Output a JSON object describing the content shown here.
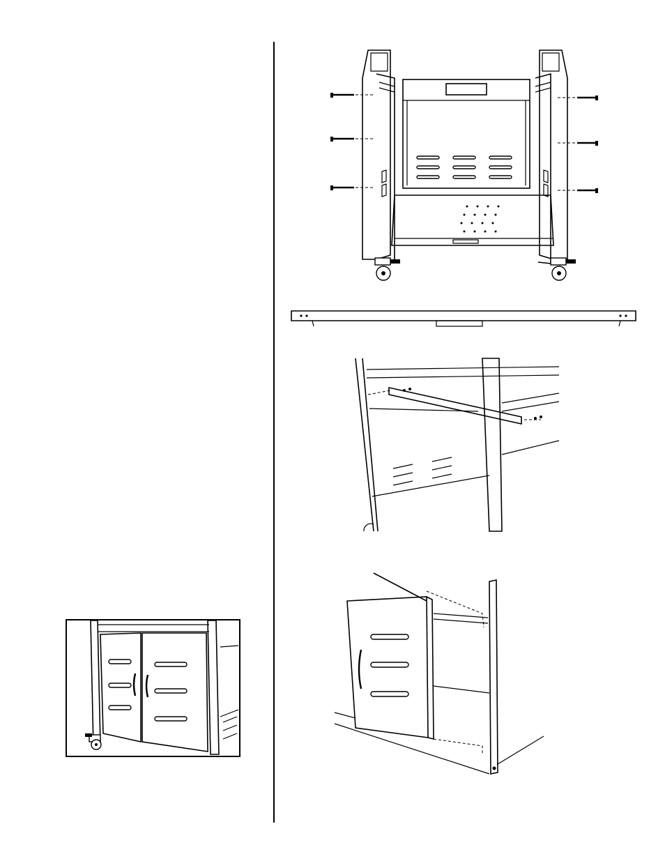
{
  "figures": [
    {
      "id": "cart-frame-back-panel-screws"
    },
    {
      "id": "cross-brace-bar"
    },
    {
      "id": "cross-brace-install"
    },
    {
      "id": "door-hinge-install"
    },
    {
      "id": "finished-cart-doors"
    }
  ]
}
